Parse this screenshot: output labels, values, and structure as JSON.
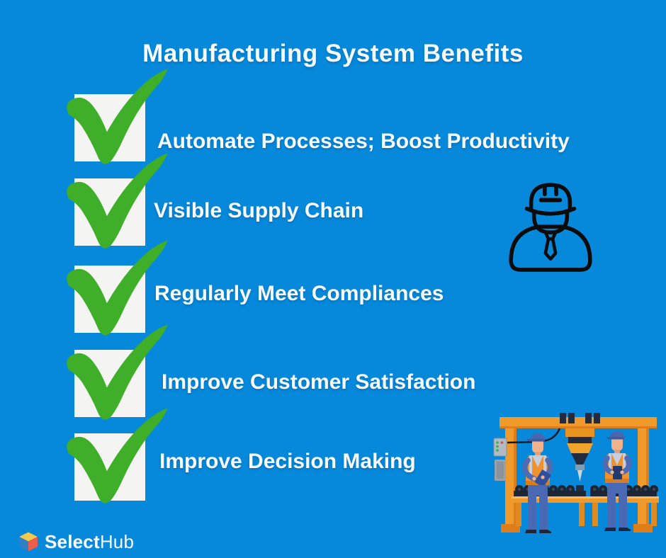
{
  "title": "Manufacturing System Benefits",
  "benefits": [
    "Automate Processes; Boost Productivity",
    "Visible Supply Chain",
    "Regularly Meet Compliances",
    "Improve Customer Satisfaction",
    "Improve Decision Making"
  ],
  "brand": {
    "name_bold": "Select",
    "name_light": "Hub"
  },
  "icons": {
    "list_marker": "green-checkmark-in-white-box",
    "right_top": "engineer-hard-hat-outline",
    "right_bottom": "factory-machine-with-two-workers-illustration",
    "brand_mark": "3d-cube-logo"
  },
  "colors": {
    "background": "#0689DB",
    "check_green": "#3FAE29",
    "checkbox_fill": "#F4F4F2",
    "text": "#F8FAF9",
    "engineer_outline": "#0B0B0B",
    "factory_orange": "#F09A2B",
    "factory_dark_navy": "#232C3E",
    "worker_blue": "#4A69B5",
    "vest_orange": "#F0912B"
  }
}
